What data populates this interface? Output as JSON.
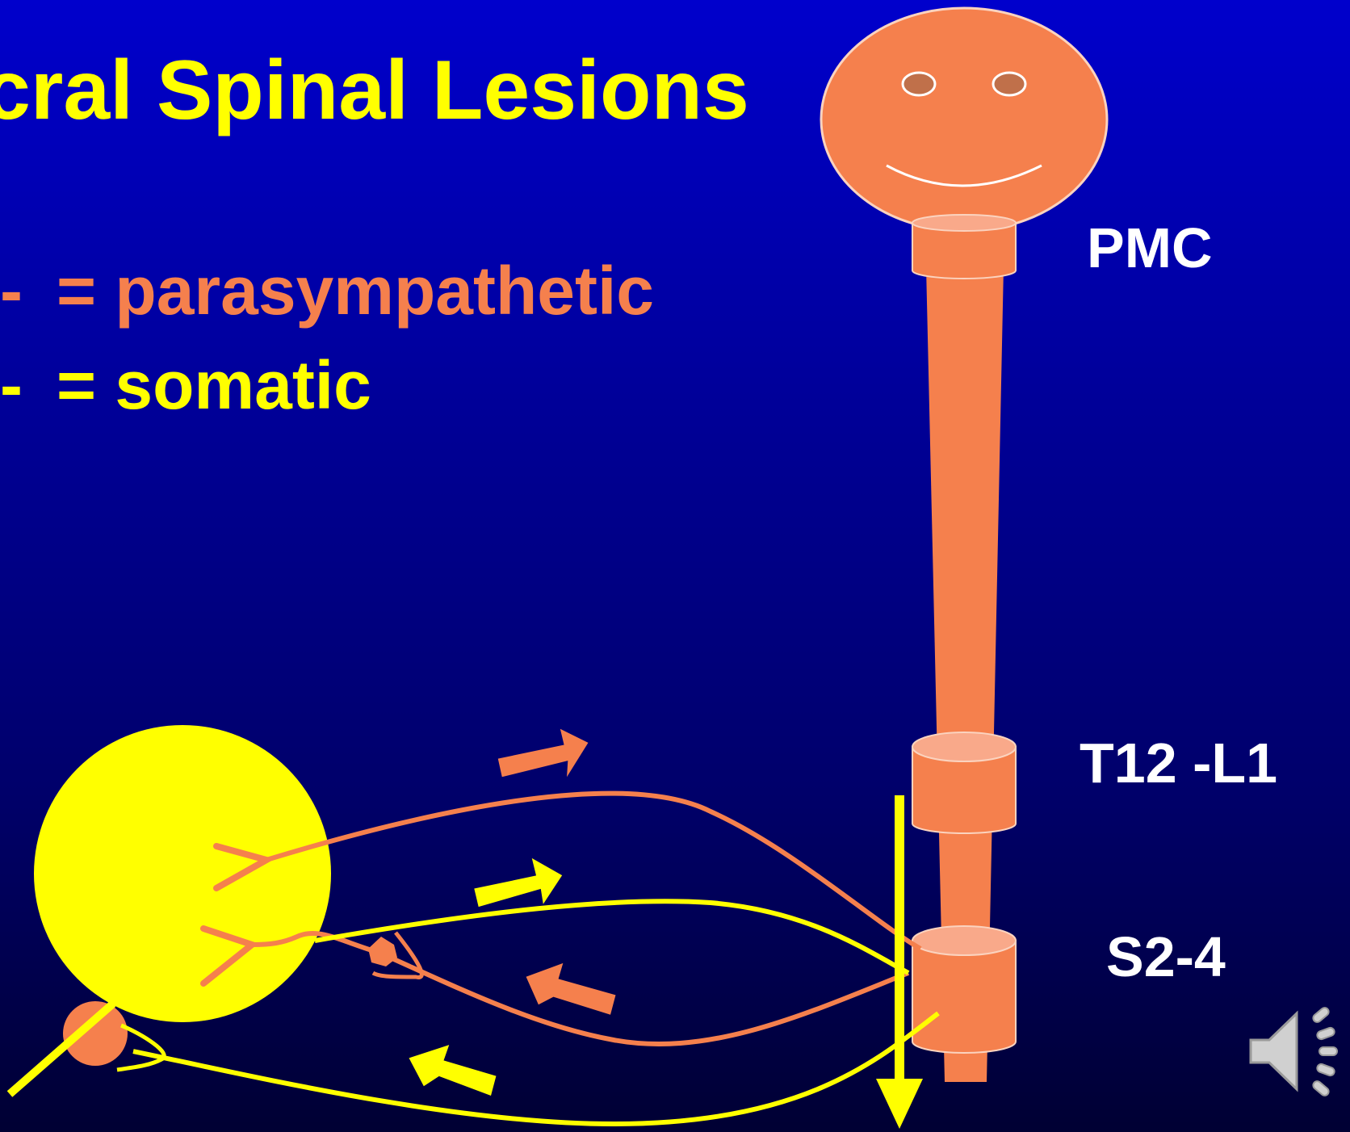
{
  "title": "cral Spinal Lesions",
  "legend": {
    "parasympathetic": {
      "marker": "-",
      "text": "= parasympathetic",
      "color": "#F5804D"
    },
    "somatic": {
      "marker": "-",
      "text": "= somatic",
      "color": "#FFFF00"
    }
  },
  "levels": {
    "pmc": "PMC",
    "t12_l1": "T12 -L1",
    "s2_4": "S2-4"
  },
  "icons": {
    "speaker": "speaker-icon",
    "face": "smiley-face-icon"
  },
  "colors": {
    "background": "#0000CC",
    "title": "#FFFF00",
    "parasympathetic": "#F5804D",
    "somatic": "#FFFF00",
    "labels": "#FFFFFF"
  }
}
